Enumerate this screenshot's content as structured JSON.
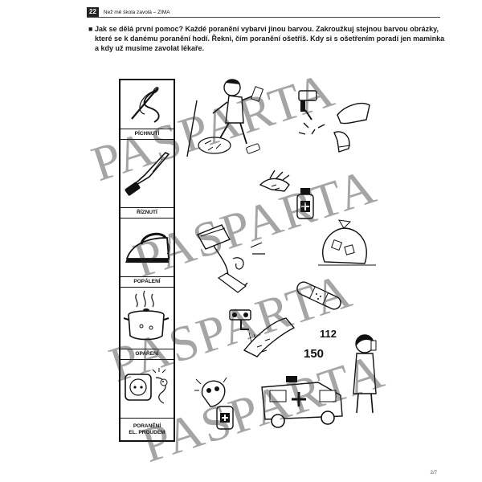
{
  "header": {
    "page_number": "22",
    "running_title": "Než mě škola zavolá – ZIMA"
  },
  "instruction": {
    "text": "Jak se dělá první pomoc? Každé poranění vybarvi jinou barvou. Zakroužkuj stejnou barvou obrázky, které se k danému poranění hodí. Řekni, čím poranění ošetříš. Kdy si s ošetřením poradí jen maminka a kdy už musíme zavolat lékaře."
  },
  "injuries": [
    {
      "label": "PÍCHNUTÍ",
      "icon": "needle-thread-icon"
    },
    {
      "label": "ŘÍZNUTÍ",
      "icon": "knife-icon"
    },
    {
      "label": "POPÁLENÍ",
      "icon": "iron-icon"
    },
    {
      "label": "OPAŘENÍ",
      "icon": "steaming-pot-icon"
    },
    {
      "label_line1": "PORANĚNÍ",
      "label_line2": "EL. PROUDEM",
      "icon": "electric-socket-icon"
    }
  ],
  "scene_badges": {
    "number_112": "112",
    "number_150": "150"
  },
  "watermark": "PASPARTA",
  "footer": "2/7"
}
